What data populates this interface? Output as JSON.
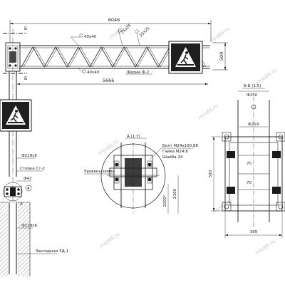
{
  "dims": {
    "span_total": "6046",
    "truss_height": "500",
    "span_inner": "5666",
    "dim_25_a": "25x25",
    "dim_25_b": "25x25",
    "angle_top": "40x40",
    "angle_bottom": "40x40",
    "base_width": "395",
    "section_height": "580",
    "inner_70_top": "70",
    "inner_70_bottom": "70",
    "burial_depth": "2000*",
    "anchor_depth": "2100"
  },
  "labels": {
    "section_mark_top": "Б",
    "section_mark_bottom": "Б",
    "truss_label": "Ферма Ф-2",
    "pipe_upper": "Ф219х6",
    "post_label": "Стойка Ст-2",
    "pipe_small": "Ф42",
    "pipe_lower": "Ф219х6",
    "embed_label": "Закладная ЗД-1",
    "callout_a": "A",
    "detail_a_title": "A (1:7)",
    "ground_level": "Уровень земли",
    "bolt": "Болт М24х100.88",
    "nut": "Гайка М24.8",
    "washer": "Шайба 24",
    "section_b_title": "Б-Б (1:5)",
    "pipe_250": "Ф250",
    "pipe_219": "Ф219",
    "marker_4": "4"
  },
  "watermark": "mss66.ru",
  "colors": {
    "line": "#1a1a1a",
    "sign_blue": "#1f1f1f",
    "hatch": "#555555"
  }
}
